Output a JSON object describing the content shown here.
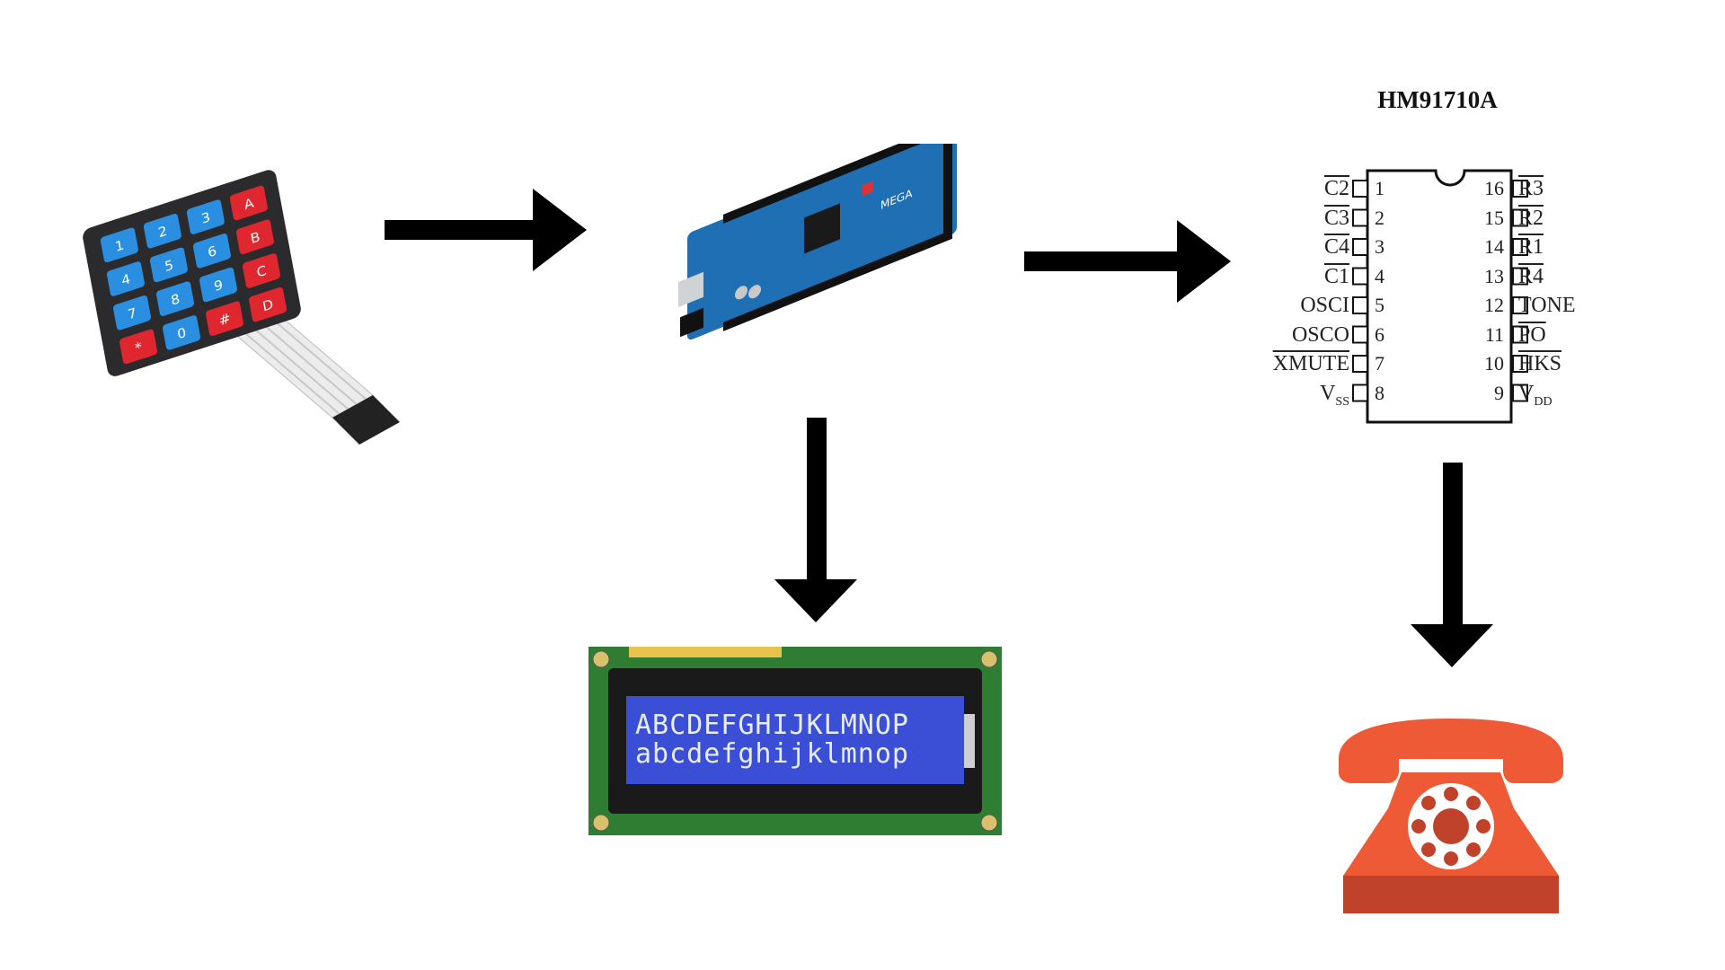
{
  "diagram": {
    "keypad": {
      "keys": [
        "1",
        "2",
        "3",
        "A",
        "4",
        "5",
        "6",
        "B",
        "7",
        "8",
        "9",
        "C",
        "*",
        "0",
        "#",
        "D"
      ]
    },
    "board": {
      "logo_text": "MEGA"
    },
    "ic": {
      "title": "HM91710A",
      "left_pins": [
        {
          "num": "1",
          "label": "C2",
          "over": true,
          "sub": ""
        },
        {
          "num": "2",
          "label": "C3",
          "over": true,
          "sub": ""
        },
        {
          "num": "3",
          "label": "C4",
          "over": true,
          "sub": ""
        },
        {
          "num": "4",
          "label": "C1",
          "over": true,
          "sub": ""
        },
        {
          "num": "5",
          "label": "OSCI",
          "over": false,
          "sub": ""
        },
        {
          "num": "6",
          "label": "OSCO",
          "over": false,
          "sub": ""
        },
        {
          "num": "7",
          "label": "XMUTE",
          "over": true,
          "sub": ""
        },
        {
          "num": "8",
          "label": "V",
          "over": false,
          "sub": "SS"
        }
      ],
      "right_pins": [
        {
          "num": "16",
          "label": "R3",
          "over": true,
          "sub": ""
        },
        {
          "num": "15",
          "label": "R2",
          "over": true,
          "sub": ""
        },
        {
          "num": "14",
          "label": "R1",
          "over": true,
          "sub": ""
        },
        {
          "num": "13",
          "label": "R4",
          "over": true,
          "sub": ""
        },
        {
          "num": "12",
          "label": "TONE",
          "over": false,
          "sub": ""
        },
        {
          "num": "11",
          "label": "PO",
          "over": true,
          "sub": ""
        },
        {
          "num": "10",
          "label": "HKS",
          "over": true,
          "sub": ""
        },
        {
          "num": "9",
          "label": "V",
          "over": false,
          "sub": "DD"
        }
      ]
    },
    "lcd": {
      "line1": "ABCDEFGHIJKLMNOP",
      "line2": "abcdefghijklmnop"
    },
    "icons": {
      "keypad": "membrane-keypad-icon",
      "board": "arduino-mega-icon",
      "ic": "dtmf-ic-icon",
      "lcd": "lcd-display-icon",
      "phone": "telephone-icon"
    },
    "colors": {
      "arrow": "#000000",
      "phone": "#ee5a35",
      "phone_shadow": "#c0422a",
      "lcd_screen": "#3a4fd6",
      "lcd_pcb": "#2f7d33",
      "board": "#1f6fb5",
      "key_blue": "#2a8fe0",
      "key_red": "#e0262f"
    }
  }
}
